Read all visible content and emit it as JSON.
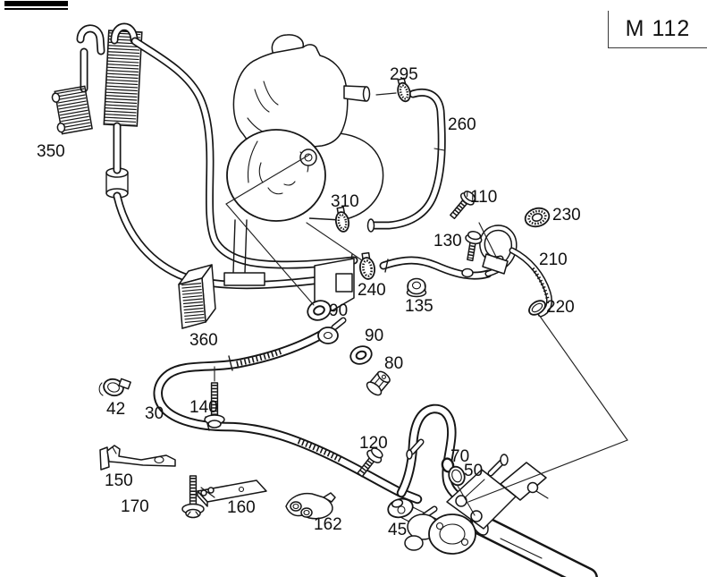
{
  "page": {
    "background": "#ffffff",
    "ink": "#161616"
  },
  "model_box": {
    "label": "M 112"
  },
  "callouts": {
    "c350": "350",
    "c295": "295",
    "c260": "260",
    "c310": "310",
    "c110": "110",
    "c230": "230",
    "c130": "130",
    "c210": "210",
    "c240": "240",
    "c135": "135",
    "c220": "220",
    "c90a": "90",
    "c360": "360",
    "c90b": "90",
    "c80": "80",
    "c42": "42",
    "c30": "30",
    "c140": "140",
    "c120": "120",
    "c70": "70",
    "c50": "50",
    "c150": "150",
    "c170": "170",
    "c160": "160",
    "c162": "162",
    "c45": "45"
  }
}
